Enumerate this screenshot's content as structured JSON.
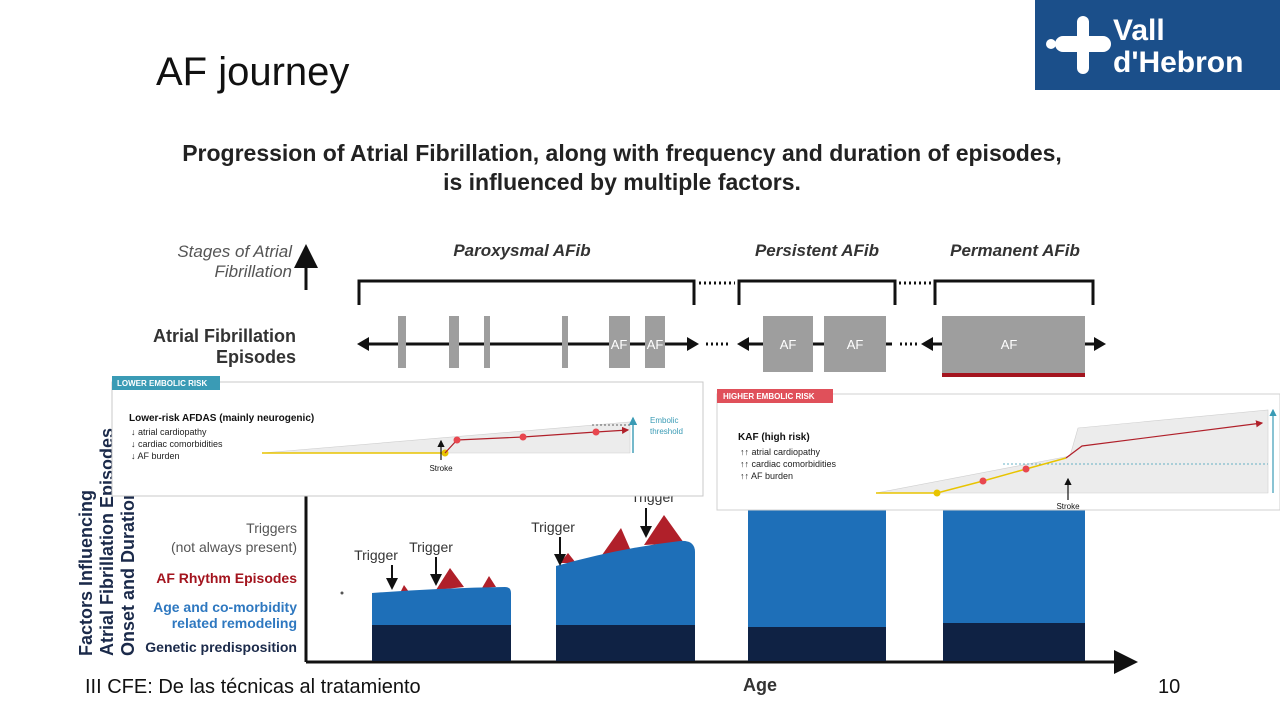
{
  "slide": {
    "title": "AF journey",
    "footer": "III CFE: De las técnicas al tratamiento",
    "page_number": "10"
  },
  "logo": {
    "line1": "Vall",
    "line2": "d'Hebron",
    "background": "#1b4f8a"
  },
  "figure": {
    "heading_line1": "Progression of Atrial Fibrillation, along with frequency and duration of episodes,",
    "heading_line2": "is influenced by multiple factors.",
    "stages_label_line1": "Stages of Atrial",
    "stages_label_line2": "Fibrillation",
    "stage_paroxysmal": "Paroxysmal AFib",
    "stage_persistent": "Persistent AFib",
    "stage_permanent": "Permanent AFib",
    "episodes_label_line1": "Atrial Fibrillation",
    "episodes_label_line2": "Episodes",
    "episode_af_label": "AF",
    "factors_axis_line1": "Factors Influencing",
    "factors_axis_line2": "Atrial Fibrillation Episodes",
    "factors_axis_line3": "Onset and Duration",
    "legend_triggers": "Triggers",
    "legend_not_always": "(not always present)",
    "legend_af_rhythm": "AF Rhythm Episodes",
    "legend_age_line1": "Age and co-morbidity",
    "legend_age_line2": "related remodeling",
    "legend_genetic": "Genetic predisposition",
    "trigger_label": "Trigger",
    "age_axis": "Age",
    "colors": {
      "af_rhythm": "#b0202a",
      "remodeling": "#1e6fb8",
      "genetic": "#0f2244",
      "episode_box": "#9e9e9e"
    }
  },
  "inset_low": {
    "badge": "LOWER EMBOLIC RISK",
    "title": "Lower-risk AFDAS (mainly neurogenic)",
    "items": [
      "↓ atrial cardiopathy",
      "↓ cardiac comorbidities",
      "↓ AF burden"
    ],
    "stroke_label": "Stroke",
    "threshold_line1": "Embolic",
    "threshold_line2": "threshold"
  },
  "inset_high": {
    "badge": "HIGHER EMBOLIC RISK",
    "title": "KAF (high risk)",
    "items": [
      "↑↑ atrial cardiopathy",
      "↑↑ cardiac comorbidities",
      "↑↑ AF burden"
    ],
    "stroke_label": "Stroke"
  }
}
